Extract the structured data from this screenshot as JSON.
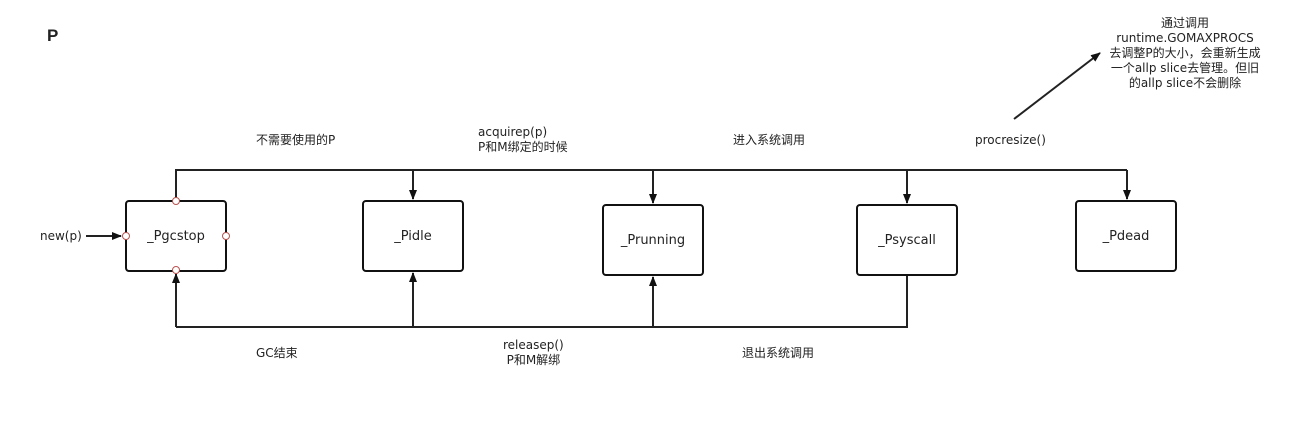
{
  "title": "P",
  "states": {
    "pgcstop": "_Pgcstop",
    "pidle": "_Pidle",
    "prunning": "_Prunning",
    "psyscall": "_Psyscall",
    "pdead": "_Pdead"
  },
  "labels": {
    "new_p": "new(p)",
    "unused_p": "不需要使用的P",
    "acquirep_1": "acquirep(p)",
    "acquirep_2": "P和M绑定的时候",
    "enter_syscall": "进入系统调用",
    "procresize": "procresize()",
    "gc_end": "GC结束",
    "releasep_1": "releasep()",
    "releasep_2": "P和M解绑",
    "exit_syscall": "退出系统调用"
  },
  "note": {
    "line1": "通过调用",
    "line2": "runtime.GOMAXPROCS",
    "line3": "去调整P的大小，会重新生成",
    "line4": "一个allp slice去管理。但旧",
    "line5": "的allp slice不会删除"
  }
}
